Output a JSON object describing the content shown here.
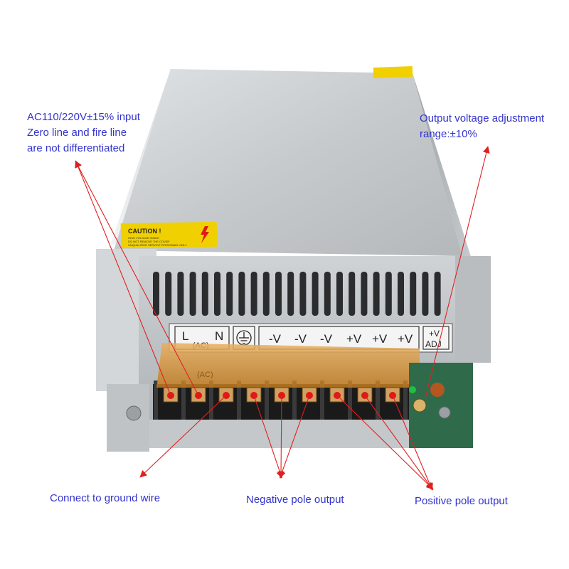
{
  "caution": {
    "title": "CAUTION !",
    "note_lines": [
      "HIGH VOLTAGE INSIDE",
      "DO NOT REMOVE THE COVER",
      "UNQUALIFIED SERVICE PERSONNEL ONLY"
    ]
  },
  "terminal_labels": {
    "l": "L",
    "ac": "(AC)",
    "n": "N",
    "neg": [
      "-V",
      "-V",
      "-V"
    ],
    "pos": [
      "+V",
      "+V",
      "+V"
    ],
    "adj_top": "+V",
    "adj_bottom": "ADJ",
    "under_ac": "(AC)"
  },
  "callouts": {
    "input": [
      "AC110/220V±15% input",
      "Zero line and fire line",
      "are not differentiated"
    ],
    "adjust": [
      "Output voltage adjustment",
      "range:±10%"
    ],
    "ground": "Connect to ground wire",
    "negative": "Negative pole output",
    "positive": "Positive pole output"
  },
  "colors": {
    "callout_text": "#3333cc",
    "arrow": "#e02020",
    "terminal_dot": "#e01818",
    "caution_label": "#f0d000",
    "cover": "#c9cdd0"
  }
}
